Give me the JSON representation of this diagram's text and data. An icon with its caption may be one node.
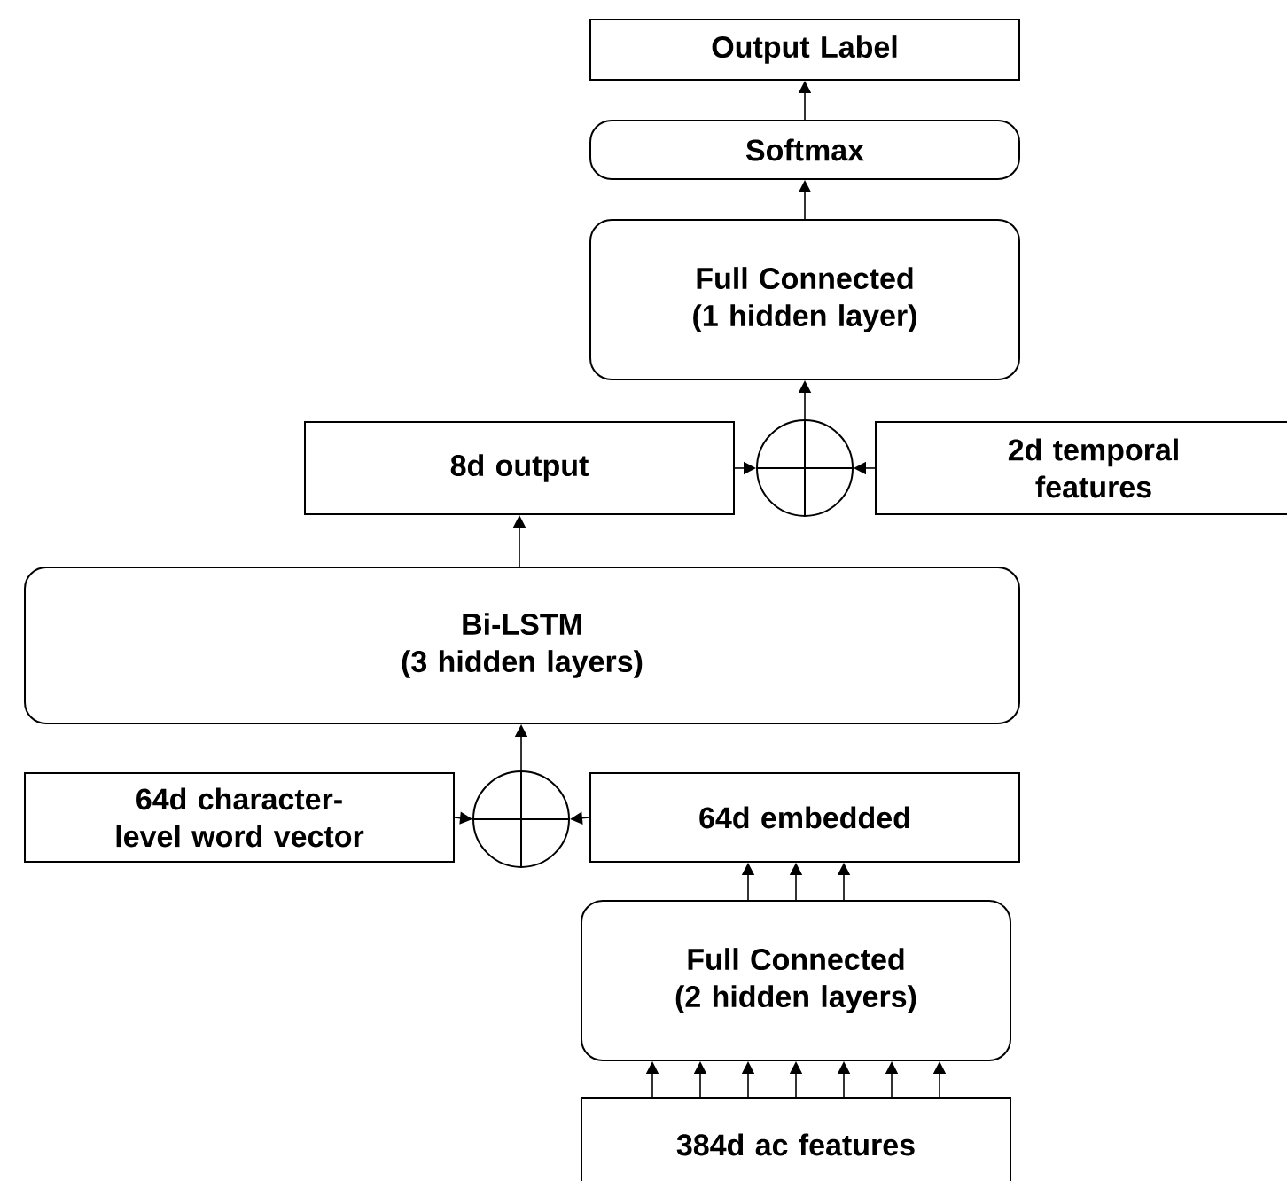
{
  "diagram": {
    "nodes": [
      {
        "text": [
          "Output Label"
        ]
      },
      {
        "text": [
          "Softmax"
        ]
      },
      {
        "text": [
          "Full Connected",
          "(1 hidden layer)"
        ]
      },
      {
        "text": [
          "8d output"
        ]
      },
      {
        "text": [],
        "shape": "circle"
      },
      {
        "text": [
          "2d temporal features"
        ]
      },
      {
        "text": [
          "Bi-LSTM",
          "(3 hidden layers)"
        ]
      },
      {
        "text": [
          "64d character-level word vector"
        ]
      },
      {
        "text": [],
        "shape": "circle"
      },
      {
        "text": [
          "64d embedded"
        ]
      },
      {
        "text": [
          "Full Connected",
          "(2 hidden layers)"
        ]
      },
      {
        "text": [
          "384d ac features"
        ]
      }
    ],
    "edges": [
      {
        "from": 1,
        "to": 0,
        "arrow": "to"
      },
      {
        "from": 2,
        "to": 1,
        "arrow": "to"
      },
      {
        "from": 4,
        "to": 2,
        "arrow": "to"
      },
      {
        "from": 3,
        "to": 4,
        "arrow": "to"
      },
      {
        "from": 5,
        "to": 4,
        "arrow": "to"
      },
      {
        "from": 6,
        "to": 3,
        "arrow": "to"
      },
      {
        "from": 8,
        "to": 6,
        "arrow": "to"
      },
      {
        "from": 7,
        "to": 8,
        "arrow": "to"
      },
      {
        "from": 9,
        "to": 8,
        "arrow": "to"
      },
      {
        "from": 10,
        "to": 9,
        "arrow": "to"
      },
      {
        "from": 10,
        "to": 9,
        "arrow": "to"
      },
      {
        "from": 10,
        "to": 9,
        "arrow": "to"
      },
      {
        "from": 11,
        "to": 10,
        "arrow": "to"
      },
      {
        "from": 11,
        "to": 10,
        "arrow": "to"
      },
      {
        "from": 11,
        "to": 10,
        "arrow": "to"
      },
      {
        "from": 11,
        "to": 10,
        "arrow": "to"
      },
      {
        "from": 11,
        "to": 10,
        "arrow": "to"
      },
      {
        "from": 11,
        "to": 10,
        "arrow": "to"
      },
      {
        "from": 11,
        "to": 10,
        "arrow": "to"
      }
    ]
  }
}
